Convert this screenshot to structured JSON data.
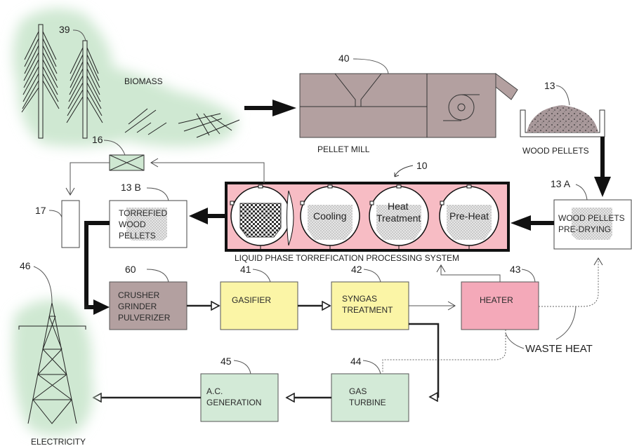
{
  "title": "Liquid phase torrefication biomass-to-electricity process diagram",
  "colors": {
    "green_glow": "#cfe8d2",
    "mill_fill": "#b3a0a0",
    "torref_bg": "#f7bcc4",
    "gasifier_fill": "#fbf5a6",
    "heater_fill": "#f4a9b9",
    "turbine_fill": "#d3ead7",
    "crusher_fill": "#b3a0a0",
    "filter_fill": "#cfe8d2"
  },
  "labels": {
    "biomass": "BIOMASS",
    "pellet_mill": "PELLET MILL",
    "wood_pellets": "WOOD PELLETS",
    "electricity": "ELECTRICITY",
    "system": "LIQUID PHASE TORREFICATION PROCESSING SYSTEM",
    "waste_heat": "WASTE HEAT"
  },
  "refs": {
    "trees": "39",
    "mill": "40",
    "pellets": "13",
    "predry": "13 A",
    "system": "10",
    "torrefied": "13 B",
    "filter": "16",
    "silo": "17",
    "crusher": "60",
    "gasifier": "41",
    "syngas": "42",
    "heater": "43",
    "turbine": "44",
    "acgen": "45",
    "tower": "46"
  },
  "boxes": {
    "predry": [
      "WOOD PELLETS",
      "PRE-DRYING"
    ],
    "torrefied": [
      "TORREFIED",
      "WOOD",
      "PELLETS"
    ],
    "crusher": [
      "CRUSHER",
      "GRINDER",
      "PULVERIZER"
    ],
    "gasifier": [
      "GASIFIER"
    ],
    "syngas": [
      "SYNGAS",
      "TREATMENT"
    ],
    "heater": [
      "HEATER"
    ],
    "turbine": [
      "GAS",
      "TURBINE"
    ],
    "acgen": [
      "A.C.",
      "GENERATION"
    ]
  },
  "tanks": {
    "tank1": "",
    "tank2": "Cooling",
    "tank3": [
      "Heat",
      "Treatment"
    ],
    "tank4": "Pre-Heat"
  }
}
